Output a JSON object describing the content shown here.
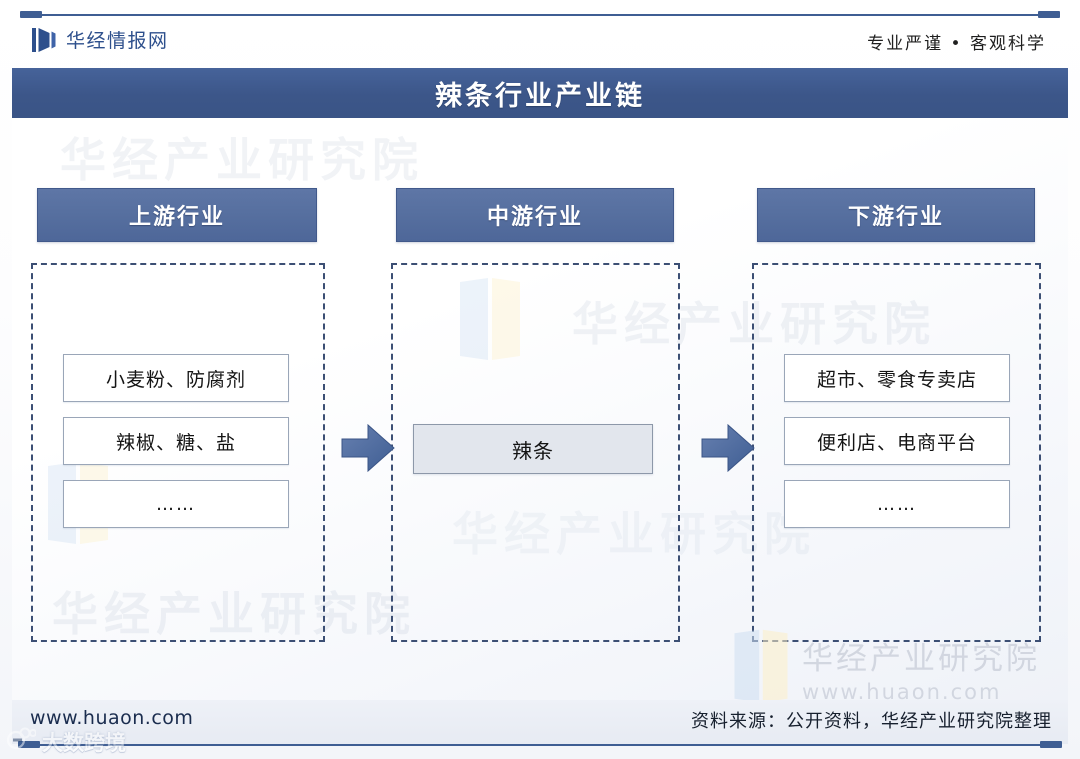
{
  "header": {
    "logo_icon": "huaon-book-mark-icon",
    "brand_name": "华经情报网",
    "tagline": "专业严谨 • 客观科学"
  },
  "title": {
    "text": "辣条行业产业链",
    "bar_color": "#3C5689",
    "text_color": "#FFFFFF"
  },
  "watermarks": {
    "canvas_text": "华经产业研究院",
    "bottom_right_name": "华经产业研究院",
    "bottom_right_url": "www.huaon.com",
    "bottom_left_text": "大数跨境"
  },
  "chain": {
    "arrow_color": "#4C6598",
    "columns": [
      {
        "id": "upstream",
        "header": "上游行业",
        "items": [
          "小麦粉、防腐剂",
          "辣椒、糖、盐",
          "……"
        ],
        "item_fill": "#FFFFFF"
      },
      {
        "id": "midstream",
        "header": "中游行业",
        "items": [
          "辣条"
        ],
        "item_fill": "#E2E6ED"
      },
      {
        "id": "downstream",
        "header": "下游行业",
        "items": [
          "超市、零食专卖店",
          "便利店、电商平台",
          "……"
        ],
        "item_fill": "#FFFFFF"
      }
    ]
  },
  "footer": {
    "url": "www.huaon.com",
    "source": "资料来源：公开资料，华经产业研究院整理"
  }
}
